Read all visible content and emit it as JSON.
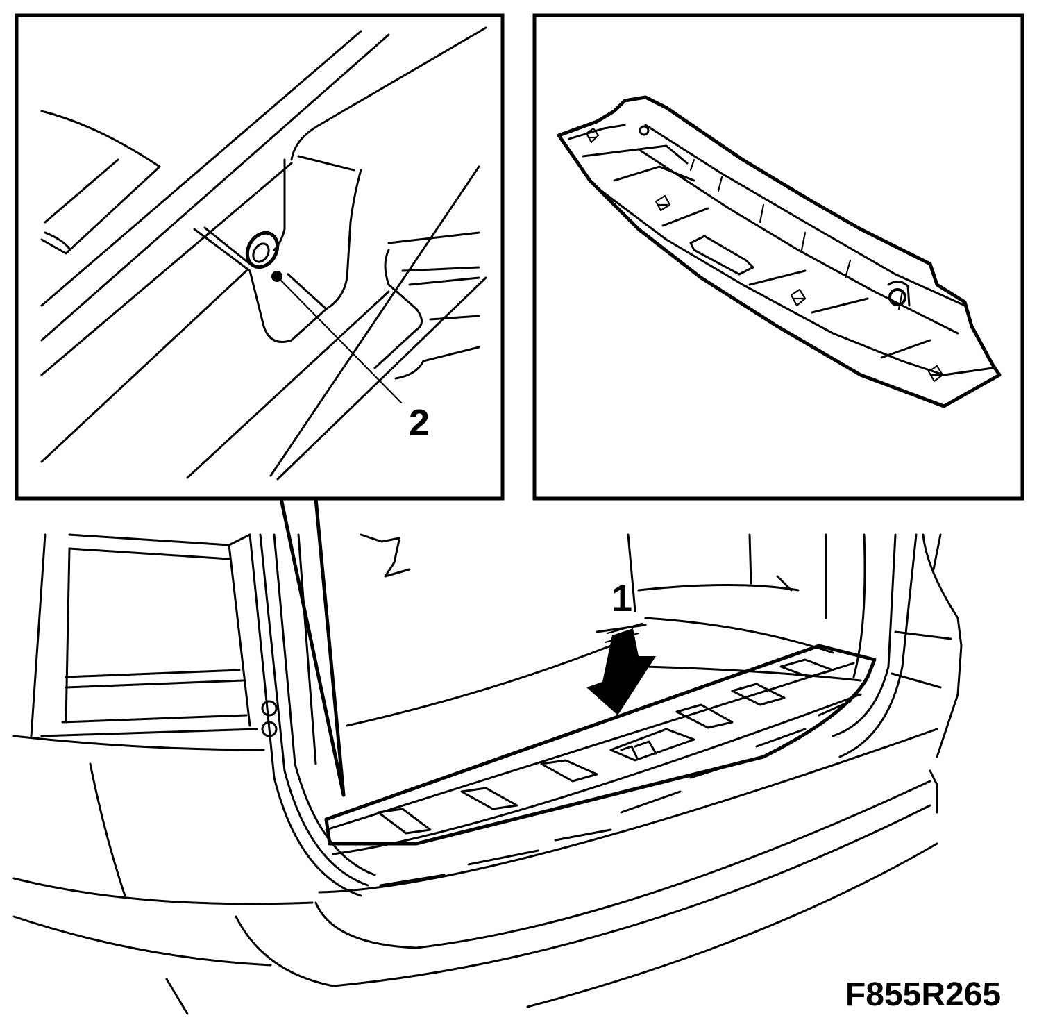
{
  "callouts": {
    "one": "1",
    "two": "2"
  },
  "figure_code": "F855R265"
}
